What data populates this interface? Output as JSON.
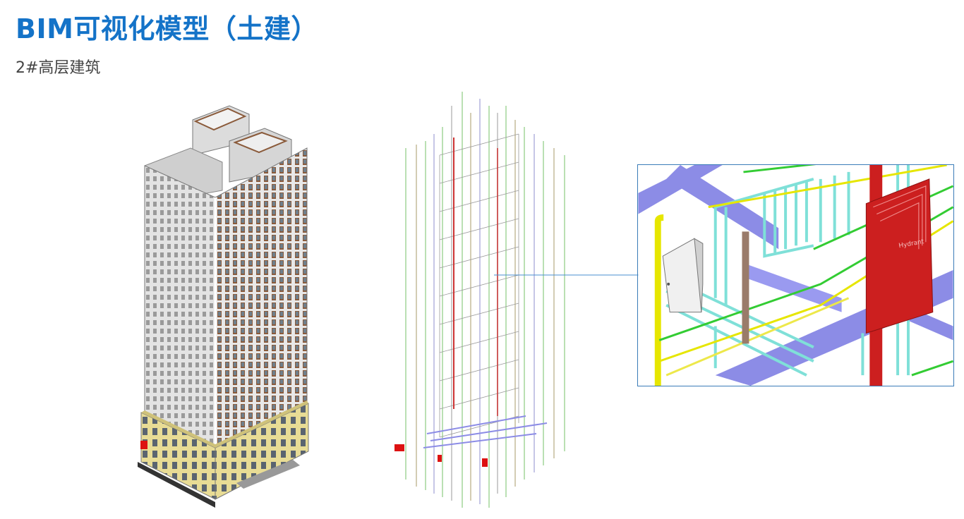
{
  "header": {
    "title": "BIM可视化模型（土建）",
    "subtitle": "2#高层建筑"
  },
  "detail": {
    "cabinet_label": "Hydrant"
  },
  "colors": {
    "title": "#1473c8",
    "subtitle": "#444444",
    "duct_purple": "#8c8ce6",
    "pipe_cyan": "#7fe0d8",
    "pipe_yellow": "#e6e600",
    "pipe_green": "#33cc33",
    "hydrant_red": "#cc1f1f",
    "facade_brown": "#8a5a3a",
    "podium_yellow": "#e8dc95",
    "leader_line": "#4a8fd0"
  }
}
